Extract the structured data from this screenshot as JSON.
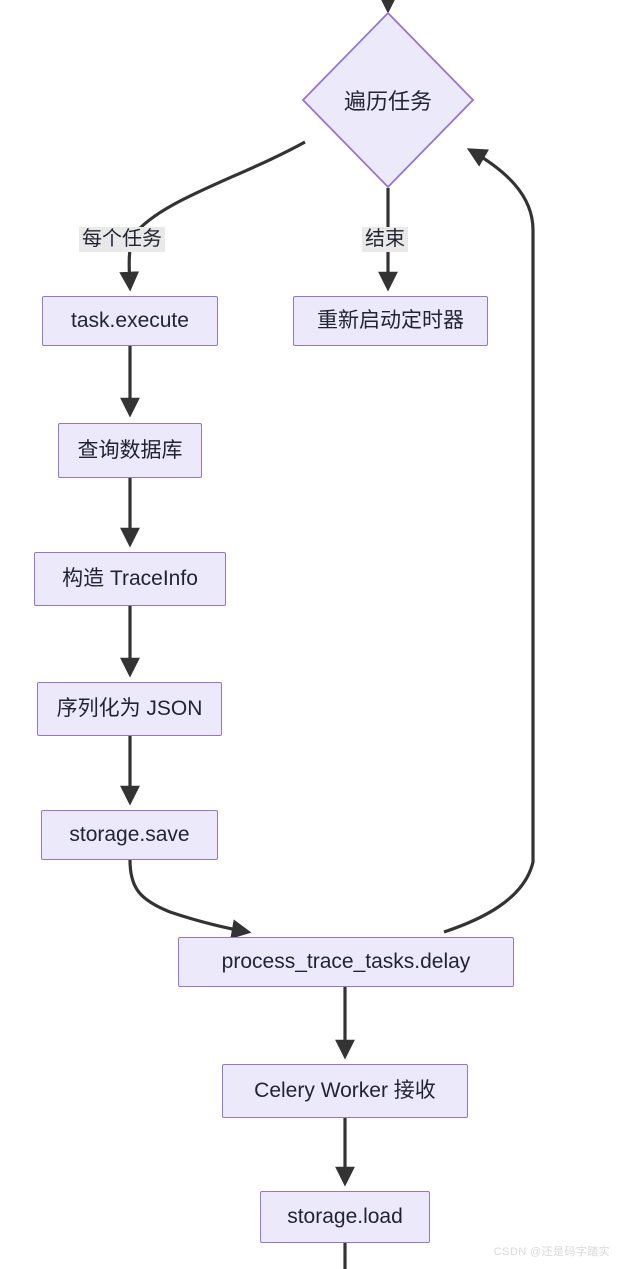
{
  "diagram": {
    "type": "flowchart",
    "direction": "top-down",
    "theme": {
      "node_fill": "#ece9fb",
      "node_border": "#9674d4",
      "edge_color": "#333333",
      "text_color": "#1f2430",
      "label_background": "#e9e9e9",
      "canvas_background": "#ffffff"
    },
    "nodes": [
      {
        "id": "traverse",
        "label": "遍历任务",
        "shape": "diamond"
      },
      {
        "id": "task_execute",
        "label": "task.execute",
        "shape": "rect"
      },
      {
        "id": "restart_timer",
        "label": "重新启动定时器",
        "shape": "rect"
      },
      {
        "id": "query_db",
        "label": "查询数据库",
        "shape": "rect"
      },
      {
        "id": "build_traceinfo",
        "label": "构造 TraceInfo",
        "shape": "rect"
      },
      {
        "id": "serialize_json",
        "label": "序列化为 JSON",
        "shape": "rect"
      },
      {
        "id": "storage_save",
        "label": "storage.save",
        "shape": "rect"
      },
      {
        "id": "delay_task",
        "label": "process_trace_tasks.delay",
        "shape": "rect"
      },
      {
        "id": "celery_worker",
        "label": "Celery Worker 接收",
        "shape": "rect"
      },
      {
        "id": "storage_load",
        "label": "storage.load",
        "shape": "rect"
      }
    ],
    "edges": [
      {
        "from": "incoming-top",
        "to": "traverse",
        "label": ""
      },
      {
        "from": "traverse",
        "to": "task_execute",
        "label": "每个任务"
      },
      {
        "from": "traverse",
        "to": "restart_timer",
        "label": "结束"
      },
      {
        "from": "task_execute",
        "to": "query_db",
        "label": ""
      },
      {
        "from": "query_db",
        "to": "build_traceinfo",
        "label": ""
      },
      {
        "from": "build_traceinfo",
        "to": "serialize_json",
        "label": ""
      },
      {
        "from": "serialize_json",
        "to": "storage_save",
        "label": ""
      },
      {
        "from": "storage_save",
        "to": "delay_task",
        "label": ""
      },
      {
        "from": "delay_task",
        "to": "traverse",
        "label": ""
      },
      {
        "from": "delay_task",
        "to": "celery_worker",
        "label": ""
      },
      {
        "from": "celery_worker",
        "to": "storage_load",
        "label": ""
      },
      {
        "from": "storage_load",
        "to": "outgoing-bottom",
        "label": ""
      }
    ],
    "edge_labels": {
      "each_task": "每个任务",
      "finish": "结束"
    }
  },
  "watermark": {
    "text": "CSDN @还是码字踏实"
  }
}
